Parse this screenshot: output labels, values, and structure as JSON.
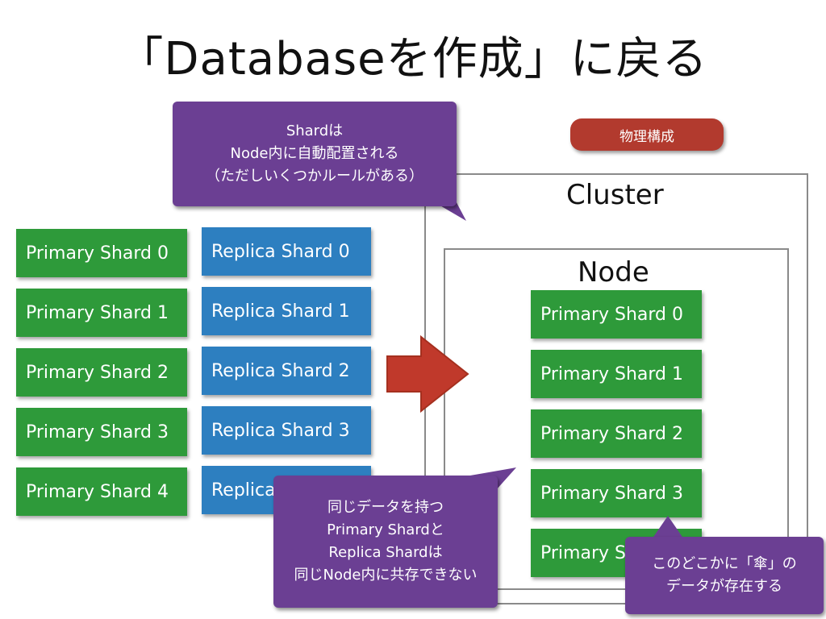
{
  "title": "「Databaseを作成」に戻る",
  "colors": {
    "primary_shard": "#2e9a3a",
    "replica_shard": "#2d7fc0",
    "callout": "#6b3f93",
    "badge": "#b23a2e",
    "arrow": "#c0392b",
    "frame": "#8a8a8a"
  },
  "left": {
    "primary_shards": [
      "Primary Shard 0",
      "Primary Shard 1",
      "Primary Shard 2",
      "Primary Shard 3",
      "Primary Shard 4"
    ],
    "replica_shards": [
      "Replica Shard 0",
      "Replica Shard 1",
      "Replica Shard 2",
      "Replica Shard 3",
      "Replica Shard 4"
    ]
  },
  "badge": {
    "label": "物理構成"
  },
  "cluster": {
    "label": "Cluster"
  },
  "node": {
    "label": "Node",
    "shards": [
      "Primary Shard 0",
      "Primary Shard 1",
      "Primary Shard 2",
      "Primary Shard 3",
      "Primary Shard 4"
    ]
  },
  "callouts": {
    "shard_placement": [
      "Shardは",
      "Node内に自動配置される",
      "（ただしいくつかルールがある）"
    ],
    "same_node_rule": [
      "同じデータを持つ",
      "Primary Shardと",
      "Replica Shardは",
      "同じNode内に共存できない"
    ],
    "umbrella": [
      "このどこかに「傘」の",
      "データが存在する"
    ]
  }
}
